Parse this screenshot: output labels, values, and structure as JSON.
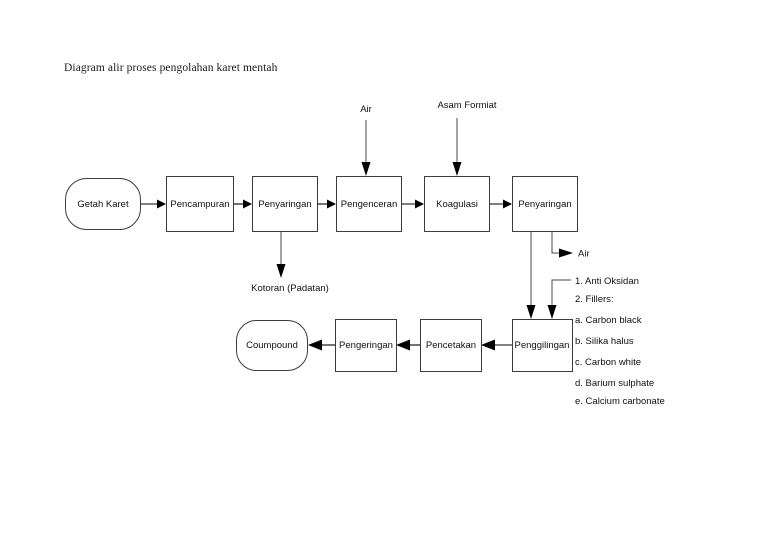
{
  "document": {
    "title": "Diagram alir proses pengolahan karet mentah"
  },
  "diagram": {
    "type": "flowchart",
    "orientation": "horizontal-serpentine",
    "top_row": [
      {
        "id": "getah-karet",
        "label": "Getah Karet",
        "shape": "stadium"
      },
      {
        "id": "pencampuran",
        "label": "Pencampuran",
        "shape": "rectangle"
      },
      {
        "id": "penyaringan-1",
        "label": "Penyaringan",
        "shape": "rectangle"
      },
      {
        "id": "pengenceran",
        "label": "Pengenceran",
        "shape": "rectangle"
      },
      {
        "id": "koagulasi",
        "label": "Koagulasi",
        "shape": "rectangle"
      },
      {
        "id": "penyaringan-2",
        "label": "Penyaringan",
        "shape": "rectangle"
      }
    ],
    "bottom_row": [
      {
        "id": "penggilingan",
        "label": "Penggilingan",
        "shape": "rectangle"
      },
      {
        "id": "pencetakan",
        "label": "Pencetakan",
        "shape": "rectangle"
      },
      {
        "id": "pengeringan",
        "label": "Pengeringan",
        "shape": "rectangle"
      },
      {
        "id": "coumpound",
        "label": "Coumpound",
        "shape": "stadium"
      }
    ],
    "inputs": [
      {
        "id": "air-pengenceran",
        "label": "Air",
        "target": "pengenceran"
      },
      {
        "id": "asam-formiat",
        "label": "Asam Formiat",
        "target": "koagulasi"
      }
    ],
    "outputs": [
      {
        "id": "kotoran",
        "label": "Kotoran (Padatan)",
        "source": "penyaringan-1"
      },
      {
        "id": "air-out",
        "label": "Air",
        "source": "penyaringan-2"
      }
    ],
    "additives": {
      "target": "penggilingan",
      "lines": [
        "1. Anti Oksidan",
        "2. Fillers:",
        "a. Carbon black",
        "b. Silika halus",
        "c. Carbon white",
        "d. Barium sulphate",
        "e. Calcium carbonate"
      ]
    },
    "colors": {
      "background": "#ffffff",
      "box_stroke": "#3c3c3c",
      "connector": "#000000",
      "text": "#111111"
    }
  }
}
